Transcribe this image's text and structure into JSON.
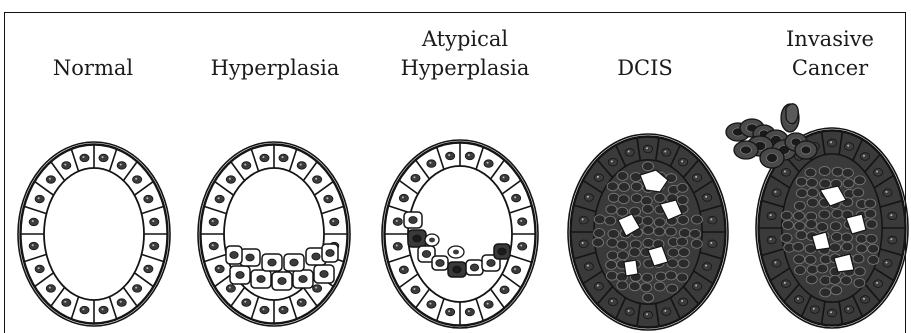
{
  "labels": {
    "normal": "Normal",
    "hyperplasia": "Hyperplasia",
    "atypical_line1": "Atypical",
    "atypical_line2": "Hyperplasia",
    "dcis": "DCIS",
    "invasive_line1": "Invasive",
    "invasive_line2": "Cancer"
  },
  "colors": {
    "ink": "#141414",
    "cell_fill": "#ffffff",
    "dark_fill": "#3a3a3a",
    "nucleus": "#3c3c3c"
  }
}
